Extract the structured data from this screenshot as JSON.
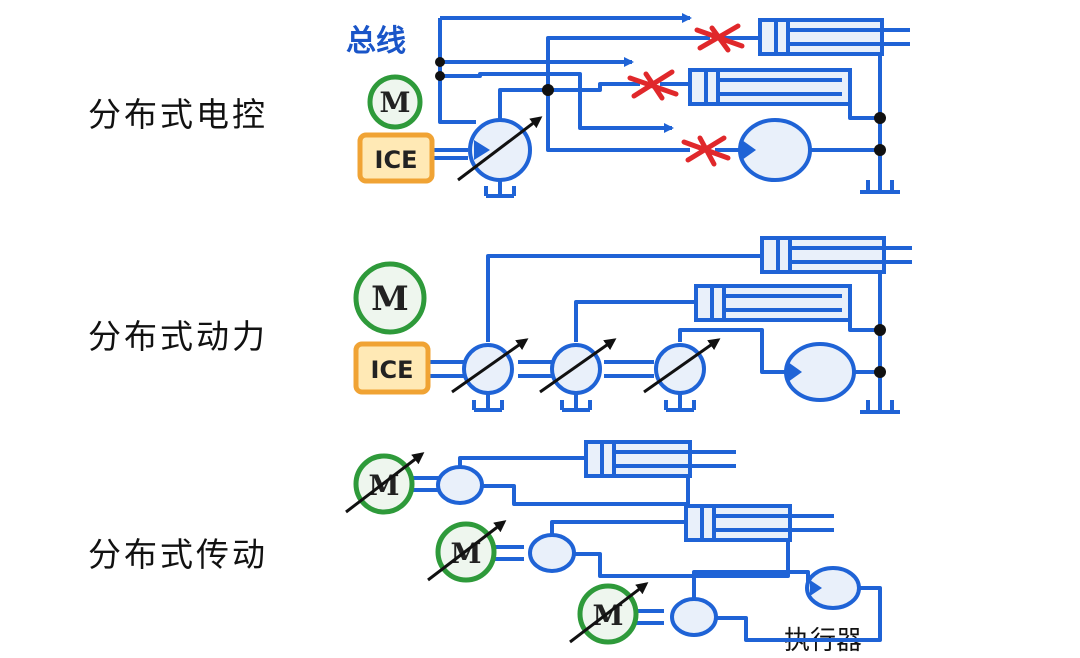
{
  "rows": [
    {
      "label": "分布式电控"
    },
    {
      "label": "分布式动力"
    },
    {
      "label": "分布式传动"
    }
  ],
  "bus_label": "总线",
  "motor_label": "M",
  "engine_label": "ICE",
  "actuator_label": "执行器",
  "colors": {
    "line": "#1f63d6",
    "valve_x": "#e0282b",
    "engine": "#f0a334",
    "motor": "#2e9a3a",
    "fill": "#e9f0fa"
  }
}
